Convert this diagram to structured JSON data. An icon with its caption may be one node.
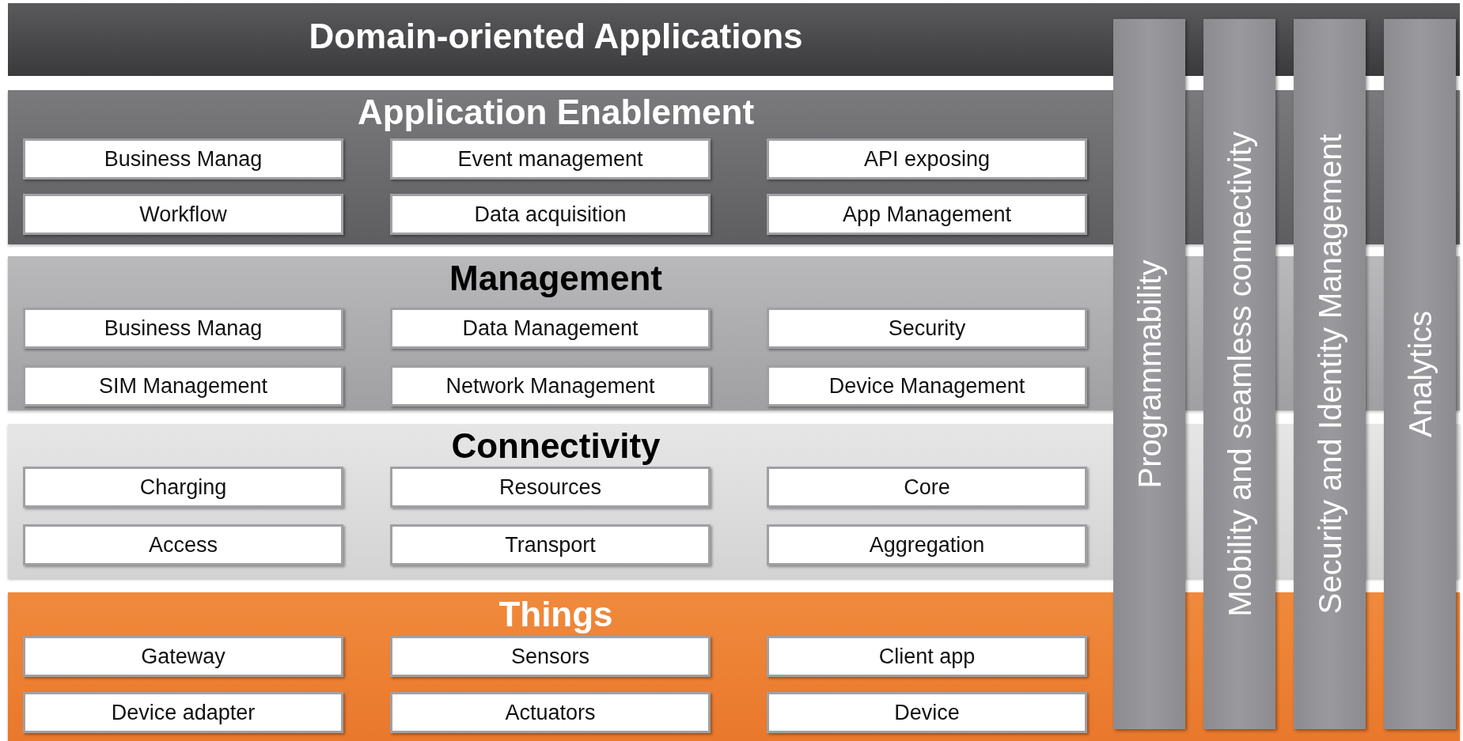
{
  "diagram": {
    "nodes": [
      {
        "text": [
          "Domain-oriented Applications"
        ]
      },
      {
        "text": [
          "Application Enablement"
        ]
      },
      {
        "text": [
          "Business Manag"
        ],
        "in": 1
      },
      {
        "text": [
          "Event management"
        ],
        "in": 1
      },
      {
        "text": [
          "API exposing"
        ],
        "in": 1
      },
      {
        "text": [
          "Workflow"
        ],
        "in": 1
      },
      {
        "text": [
          "Data acquisition"
        ],
        "in": 1
      },
      {
        "text": [
          "App Management"
        ],
        "in": 1
      },
      {
        "text": [
          "Management"
        ]
      },
      {
        "text": [
          "Business Manag"
        ],
        "in": 8
      },
      {
        "text": [
          "Data Management"
        ],
        "in": 8
      },
      {
        "text": [
          "Security"
        ],
        "in": 8
      },
      {
        "text": [
          "SIM Management"
        ],
        "in": 8
      },
      {
        "text": [
          "Network Management"
        ],
        "in": 8
      },
      {
        "text": [
          "Device Management"
        ],
        "in": 8
      },
      {
        "text": [
          "Connectivity"
        ]
      },
      {
        "text": [
          "Charging"
        ],
        "in": 15
      },
      {
        "text": [
          "Resources"
        ],
        "in": 15
      },
      {
        "text": [
          "Core"
        ],
        "in": 15
      },
      {
        "text": [
          "Access"
        ],
        "in": 15
      },
      {
        "text": [
          "Transport"
        ],
        "in": 15
      },
      {
        "text": [
          "Aggregation"
        ],
        "in": 15
      },
      {
        "text": [
          "Things"
        ]
      },
      {
        "text": [
          "Gateway"
        ],
        "in": 22
      },
      {
        "text": [
          "Sensors"
        ],
        "in": 22
      },
      {
        "text": [
          "Client app"
        ],
        "in": 22
      },
      {
        "text": [
          "Device adapter"
        ],
        "in": 22
      },
      {
        "text": [
          "Actuators"
        ],
        "in": 22
      },
      {
        "text": [
          "Device"
        ],
        "in": 22
      },
      {
        "text": [
          "Programmability"
        ]
      },
      {
        "text": [
          "Mobility and seamless connectivity"
        ]
      },
      {
        "text": [
          "Security and Identity Management"
        ]
      },
      {
        "text": [
          "Analytics"
        ]
      }
    ]
  }
}
